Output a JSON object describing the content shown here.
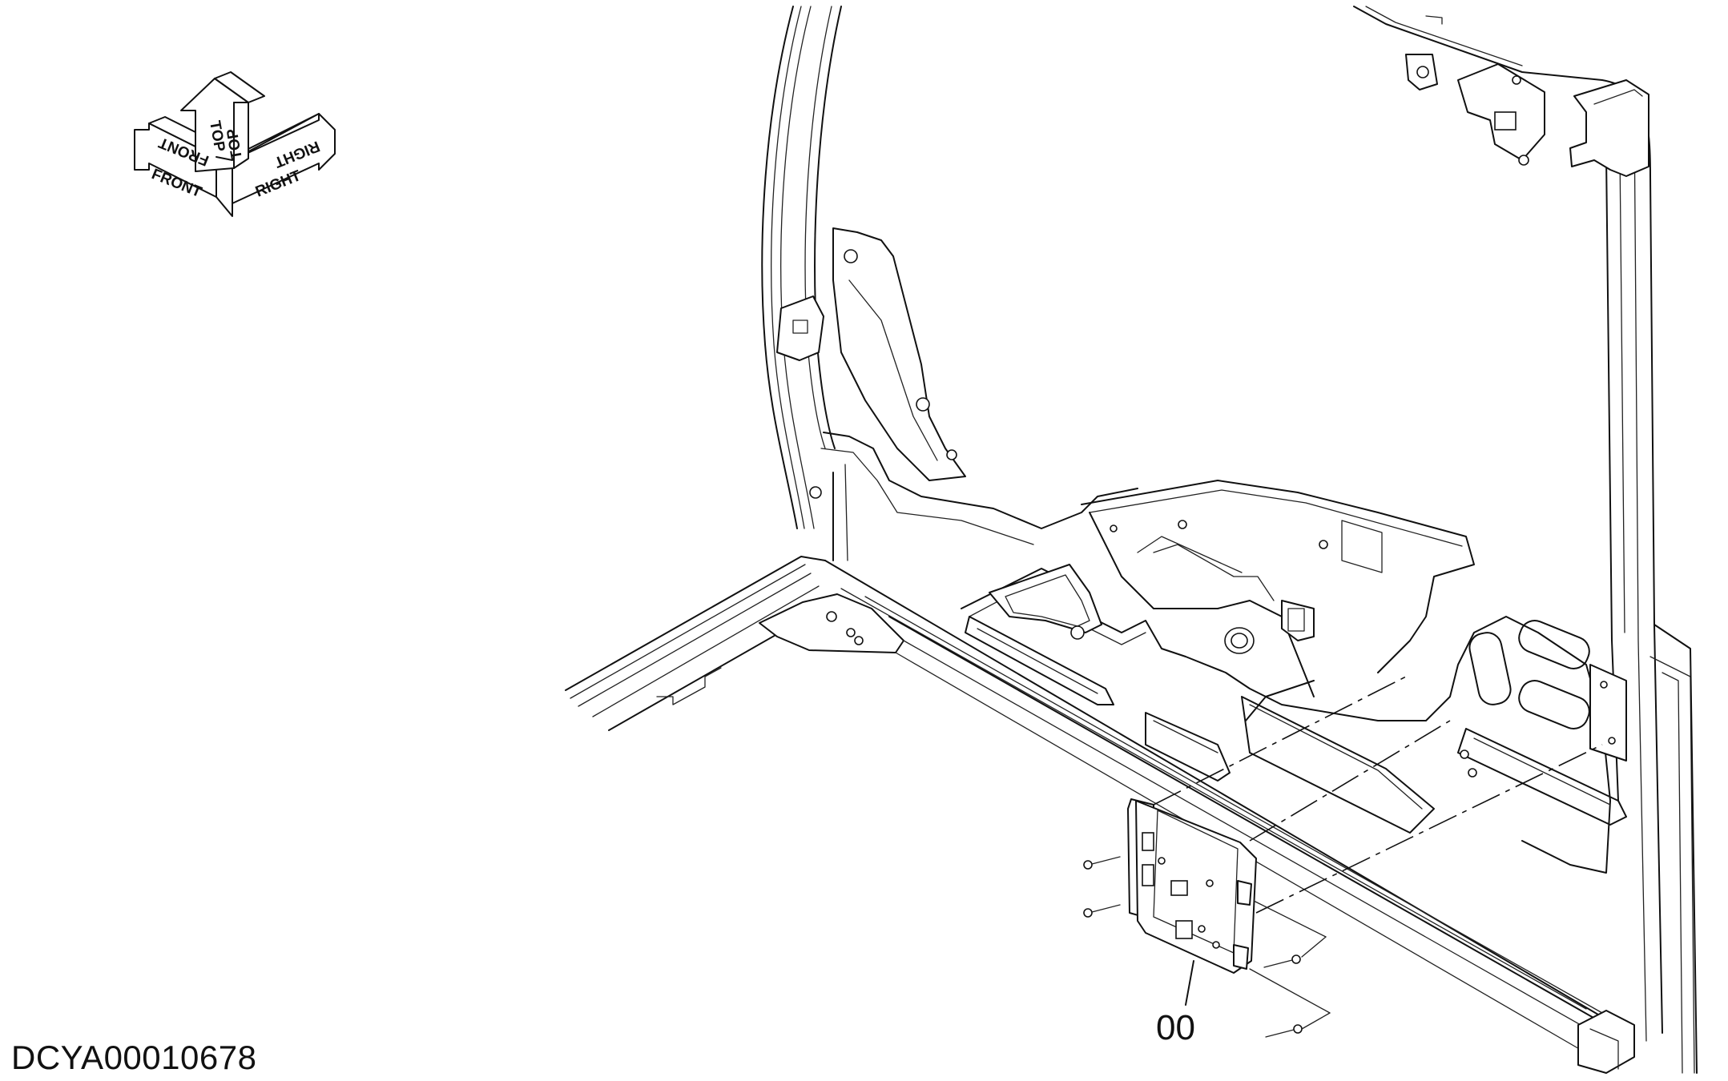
{
  "orientation_indicator": {
    "labels": {
      "front": "FRONT",
      "top": "TOP",
      "right": "RIGHT"
    },
    "mirror_labels": {
      "front": "FRONT",
      "top": "TOP",
      "right": "RIGHT"
    }
  },
  "callouts": [
    {
      "label": "00"
    }
  ],
  "drawing_id": "DCYA00010678"
}
